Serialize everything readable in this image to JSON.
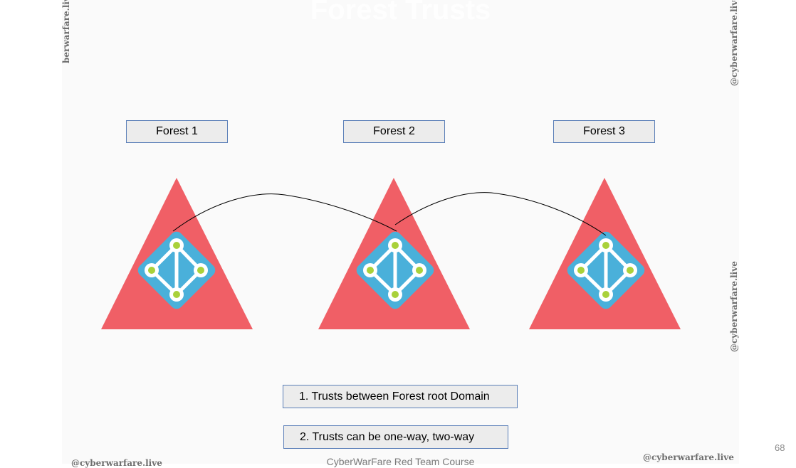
{
  "slide": {
    "title": "Forest Trusts",
    "forests": [
      {
        "label": "Forest 1"
      },
      {
        "label": "Forest 2"
      },
      {
        "label": "Forest 3"
      }
    ],
    "notes": [
      "1.  Trusts between Forest root Domain",
      "2.  Trusts can be one-way, two-way"
    ],
    "footer": "CyberWarFare Red Team Course",
    "page_number": "68",
    "watermarks": {
      "top_left": "berwarfare.live",
      "top_right": "@cyberwarfare.live",
      "mid_right": "@cyberwarfare.live",
      "bottom_left": "@cyberwarfare.live",
      "bottom_right": "@cyberwarfare.live"
    },
    "colors": {
      "triangle": "#f05f66",
      "directory_icon": "#4ab0da",
      "node_dot": "#a9d13a",
      "label_border": "#5b7fb8"
    },
    "icons": [
      "forest-triangle-icon",
      "active-directory-icon"
    ]
  }
}
